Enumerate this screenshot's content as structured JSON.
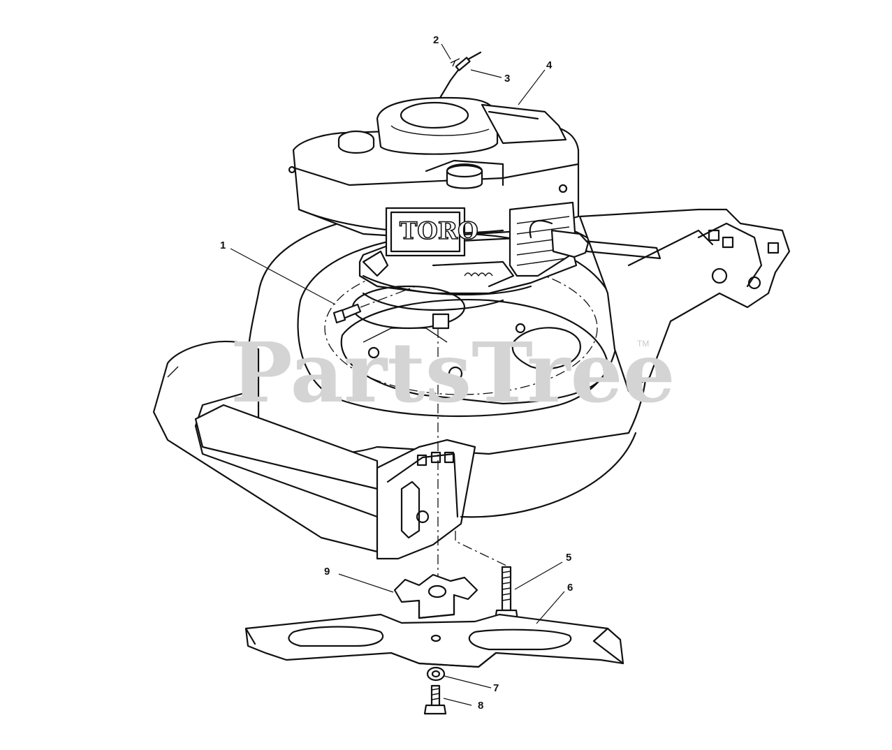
{
  "watermark": {
    "text": "PartsTree",
    "trademark": "TM"
  },
  "engine_logo": "TORO",
  "callouts": [
    {
      "id": "1",
      "label": "1"
    },
    {
      "id": "2",
      "label": "2"
    },
    {
      "id": "3",
      "label": "3"
    },
    {
      "id": "4",
      "label": "4"
    },
    {
      "id": "5",
      "label": "5"
    },
    {
      "id": "6",
      "label": "6"
    },
    {
      "id": "7",
      "label": "7"
    },
    {
      "id": "8",
      "label": "8"
    },
    {
      "id": "9",
      "label": "9"
    }
  ]
}
